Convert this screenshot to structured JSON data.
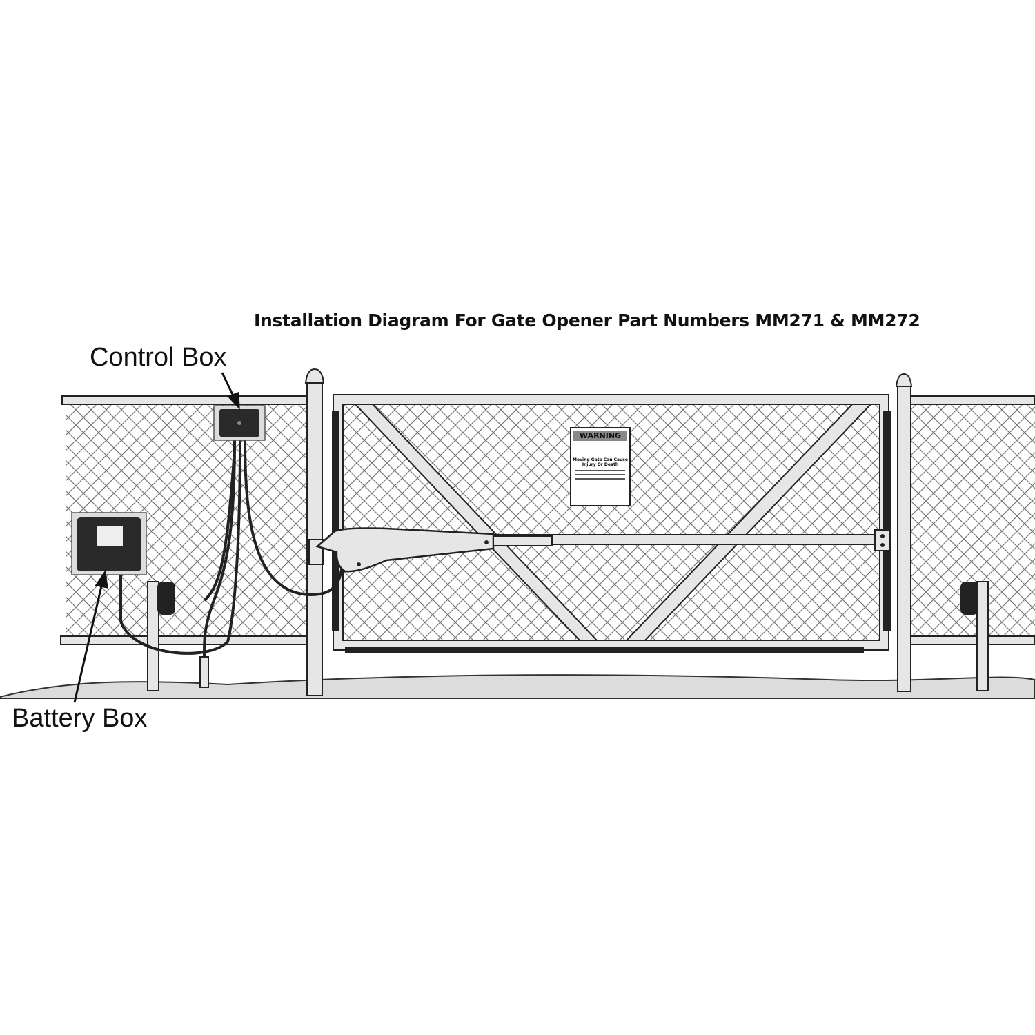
{
  "title": "Installation Diagram For Gate Opener Part Numbers MM271 & MM272",
  "labels": {
    "control_box": "Control Box",
    "battery_box": "Battery Box"
  },
  "warning_sign": {
    "heading": "WARNING",
    "message": "Moving Gate Can Cause Injury Or Death"
  },
  "colors": {
    "line": "#222222",
    "frame": "#e6e6e6",
    "ground": "#d9d9d9",
    "warning_header": "#888888"
  }
}
